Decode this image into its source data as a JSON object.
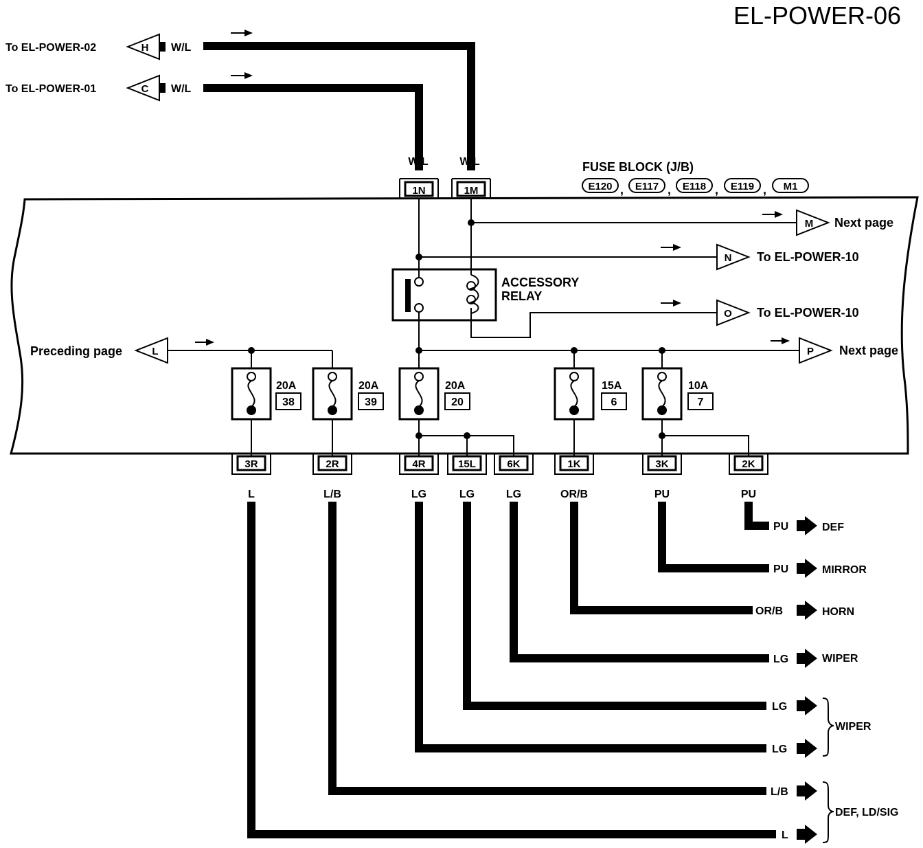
{
  "page_title": "EL-POWER-06",
  "top_links": [
    {
      "text": "To EL-POWER-02",
      "letter": "H",
      "wire": "W/L"
    },
    {
      "text": "To EL-POWER-01",
      "letter": "C",
      "wire": "W/L"
    }
  ],
  "fuse_block": {
    "title": "FUSE BLOCK  (J/B)",
    "connectors": [
      "E120",
      "E117",
      "E118",
      "E119",
      "M1"
    ]
  },
  "top_connectors": [
    {
      "id": "1N",
      "wire": "W/L"
    },
    {
      "id": "1M",
      "wire": "W/L"
    }
  ],
  "relay": {
    "line1": "ACCESSORY",
    "line2": "RELAY"
  },
  "right_links": [
    {
      "letter": "M",
      "text": "Next page"
    },
    {
      "letter": "N",
      "text": "To EL-POWER-10"
    },
    {
      "letter": "O",
      "text": "To EL-POWER-10"
    },
    {
      "letter": "P",
      "text": "Next page"
    }
  ],
  "preceding": {
    "letter": "L",
    "text": "Preceding page"
  },
  "fuses": [
    {
      "amps": "20A",
      "num": "38"
    },
    {
      "amps": "20A",
      "num": "39"
    },
    {
      "amps": "20A",
      "num": "20"
    },
    {
      "amps": "15A",
      "num": "6"
    },
    {
      "amps": "10A",
      "num": "7"
    }
  ],
  "bottom_connectors": [
    {
      "id": "3R",
      "wire": "L"
    },
    {
      "id": "2R",
      "wire": "L/B"
    },
    {
      "id": "4R",
      "wire": "LG"
    },
    {
      "id": "15L",
      "wire": "LG"
    },
    {
      "id": "6K",
      "wire": "LG"
    },
    {
      "id": "1K",
      "wire": "OR/B"
    },
    {
      "id": "3K",
      "wire": "PU"
    },
    {
      "id": "2K",
      "wire": "PU"
    }
  ],
  "outputs": [
    {
      "wire": "PU",
      "dest": "DEF"
    },
    {
      "wire": "PU",
      "dest": "MIRROR"
    },
    {
      "wire": "OR/B",
      "dest": "HORN"
    },
    {
      "wire": "LG",
      "dest": "WIPER"
    },
    {
      "wire": "LG",
      "dest": ""
    },
    {
      "wire": "LG",
      "dest": ""
    },
    {
      "wire": "L/B",
      "dest": ""
    },
    {
      "wire": "L",
      "dest": ""
    }
  ],
  "brace_groups": [
    "WIPER",
    "DEF, LD/SIG"
  ]
}
